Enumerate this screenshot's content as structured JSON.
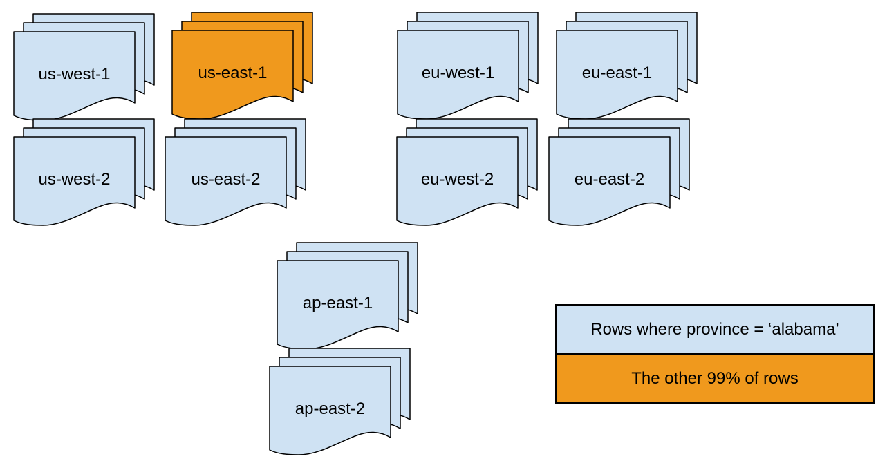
{
  "palette": {
    "region_fill": "#cfe2f3",
    "highlight_fill": "#f0991d",
    "stroke": "#000000",
    "background": "#ffffff"
  },
  "stacks": [
    {
      "label": "us-west-1",
      "color": "blue"
    },
    {
      "label": "us-east-1",
      "color": "orange"
    },
    {
      "label": "eu-west-1",
      "color": "blue"
    },
    {
      "label": "eu-east-1",
      "color": "blue"
    },
    {
      "label": "us-west-2",
      "color": "blue"
    },
    {
      "label": "us-east-2",
      "color": "blue"
    },
    {
      "label": "eu-west-2",
      "color": "blue"
    },
    {
      "label": "eu-east-2",
      "color": "blue"
    },
    {
      "label": "ap-east-1",
      "color": "blue"
    },
    {
      "label": "ap-east-2",
      "color": "blue"
    }
  ],
  "legend": {
    "items": [
      {
        "label": "Rows where province = ‘alabama’",
        "color": "blue"
      },
      {
        "label": "The other 99% of rows",
        "color": "orange"
      }
    ]
  }
}
